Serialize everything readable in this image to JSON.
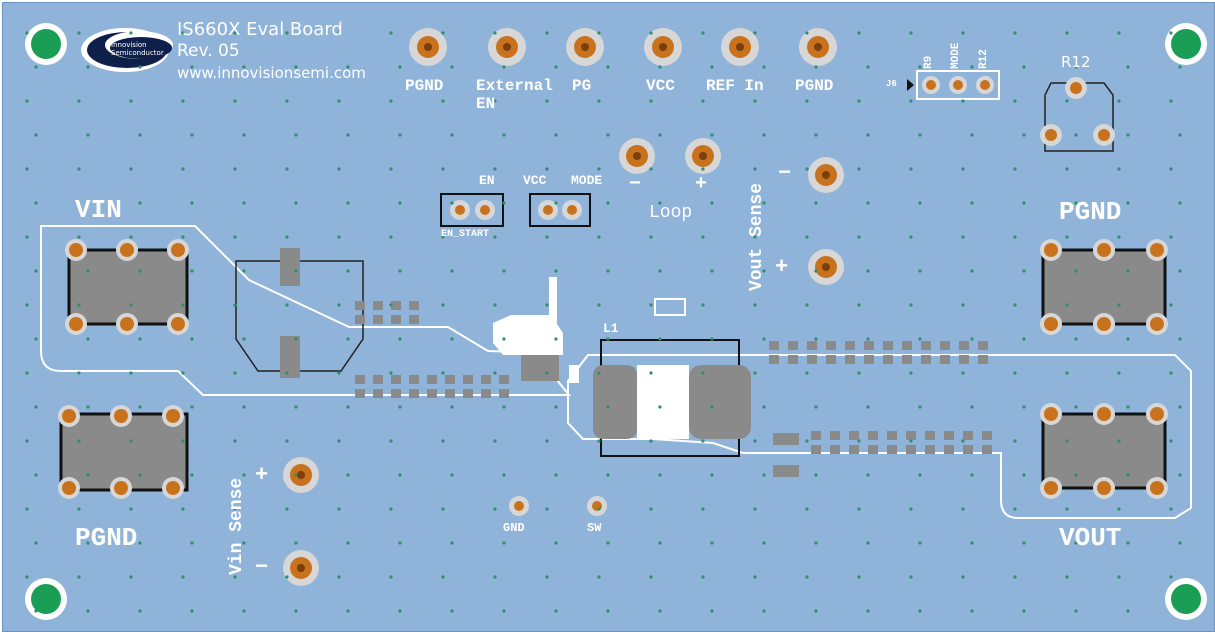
{
  "board": {
    "title": "IS660X Eval Board",
    "revision": "Rev. 05",
    "url": "www.innovisionsemi.com",
    "logo_text": "Innovision Semiconductor",
    "colors": {
      "pcb": "#8fb3d9",
      "silkscreen": "#ffffff",
      "copper_pad": "#c8721e",
      "mounting_hole": "#1a9e55",
      "component_body": "#8a8a8a"
    }
  },
  "connectors_top": [
    "PGND",
    "External",
    "EN",
    "PG",
    "VCC",
    "REF In",
    "PGND"
  ],
  "jumper_header": {
    "ref": "J6",
    "labels": [
      "R9",
      "MODE",
      "R12"
    ]
  },
  "trimmer": {
    "ref": "R12"
  },
  "jumpers": {
    "en": "EN",
    "en_start": "EN_START",
    "vcc": "VCC",
    "mode": "MODE"
  },
  "loop": {
    "label": "Loop",
    "minus": "−",
    "plus": "+"
  },
  "vout_sense": {
    "label": "Vout Sense",
    "minus": "−",
    "plus": "+"
  },
  "vin_sense": {
    "label": "Vin Sense",
    "minus": "−",
    "plus": "+"
  },
  "power_terminals": {
    "vin": "VIN",
    "pgnd_left": "PGND",
    "pgnd_right": "PGND",
    "vout": "VOUT"
  },
  "inductor": {
    "ref": "L1"
  },
  "test_points": {
    "gnd": "GND",
    "sw": "SW"
  }
}
